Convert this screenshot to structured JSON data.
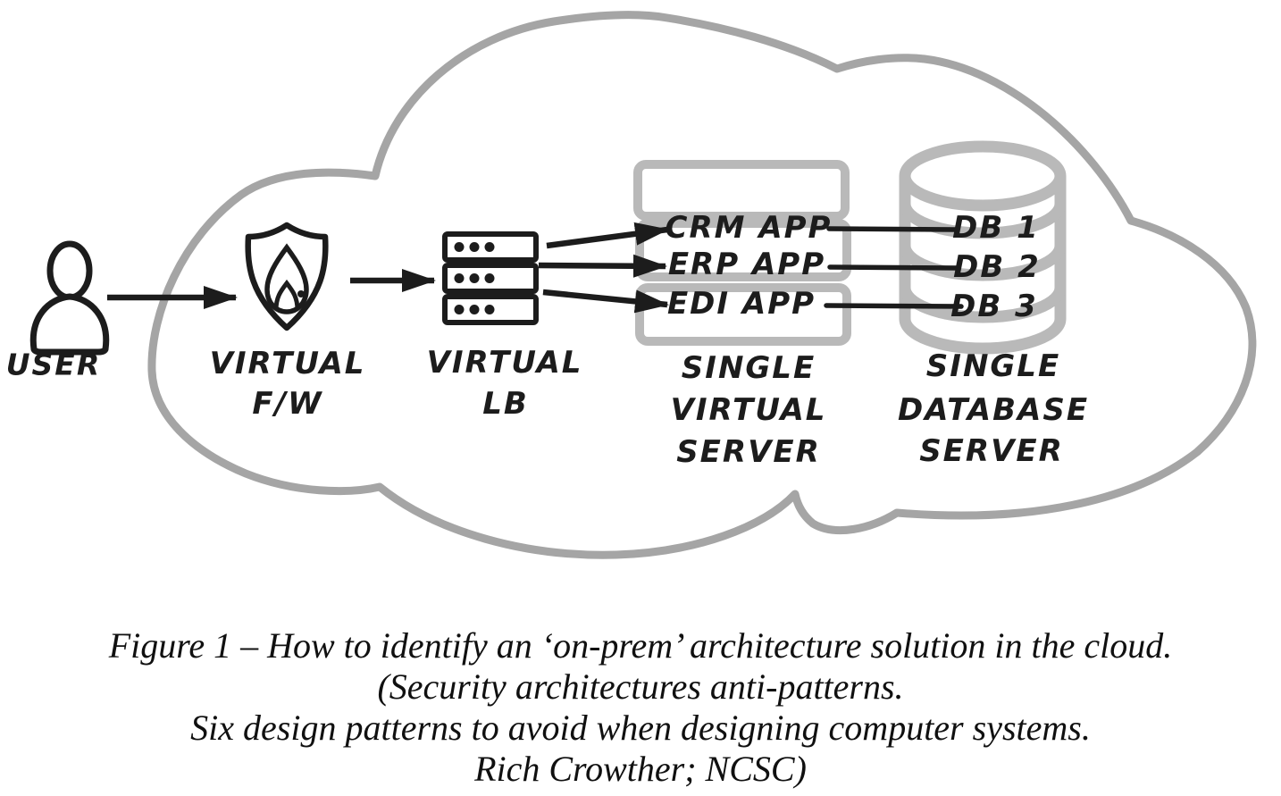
{
  "figure": {
    "container": "cloud-outline",
    "user": {
      "label": "USER",
      "icon": "person-icon"
    },
    "firewall": {
      "line1": "VIRTUAL",
      "line2": "F/W",
      "icon": "shield-flame-icon"
    },
    "load_balancer": {
      "line1": "VIRTUAL",
      "line2": "LB",
      "icon": "server-stack-icon"
    },
    "virtual_server": {
      "apps": [
        "CRM APP",
        "ERP APP",
        "EDI APP"
      ],
      "line1": "SINGLE",
      "line2": "VIRTUAL",
      "line3": "SERVER",
      "icon": "tray-stack-icon"
    },
    "database_server": {
      "databases": [
        "DB 1",
        "DB 2",
        "DB 3"
      ],
      "line1": "SINGLE",
      "line2": "DATABASE",
      "line3": "SERVER",
      "icon": "database-cylinder-icon"
    },
    "colors": {
      "cloud_outline": "#a5a5a5",
      "server_gray": "#b9b9b9",
      "ink": "#1c1c1c"
    }
  },
  "caption": {
    "line1": "Figure 1 – How to identify an ‘on-prem’ architecture solution in the cloud.",
    "line2": "(Security architectures anti-patterns.",
    "line3": "Six design patterns to avoid when designing computer systems.",
    "line4": "Rich Crowther; NCSC)"
  }
}
